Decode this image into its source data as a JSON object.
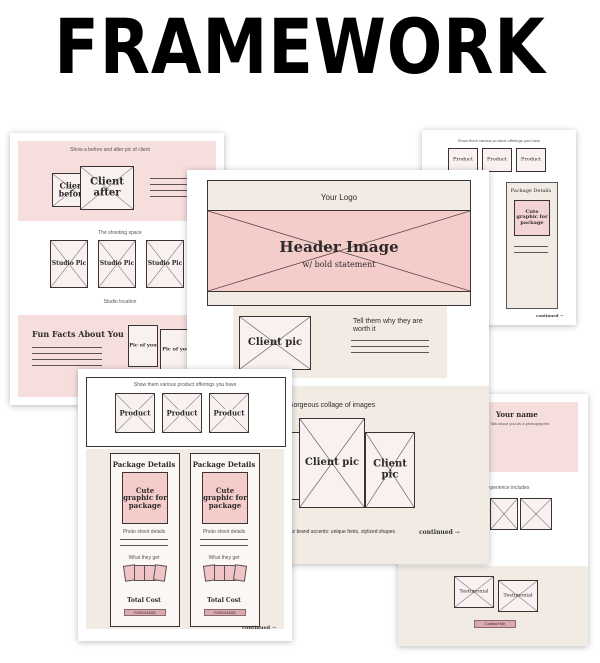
{
  "headline": "FRAMEWORK",
  "left_page": {
    "top_caption": "Show a before and after pic of client",
    "client_before": "Client before",
    "client_after": "Client after",
    "shooting_caption": "The shooting space",
    "studio_pic_1": "Studio Pic",
    "studio_pic_2": "Studio Pic",
    "studio_pic_3": "Studio Pic",
    "studio_location": "Studio location",
    "fun_facts": "Fun Facts About You",
    "pic_of_you_1": "Pic of you",
    "pic_of_you_2": "Pic of you"
  },
  "center_page": {
    "logo": "Your Logo",
    "header_image": "Header Image",
    "bold_statement": "w/ bold statement",
    "client_pic": "Client pic",
    "tell_them": "Tell them why they are worth it",
    "collage": "Gorgeous collage of images",
    "client_pic_2": "Client pic",
    "client_pic_3": "Client pic",
    "brand_accents": "our brand accents: unique fonts, stylized shapes",
    "continued": "continued"
  },
  "right_top_page": {
    "caption": "Show them various product offerings you have",
    "product_1": "Product",
    "product_2": "Product",
    "product_3": "Product",
    "package_details": "Package Details",
    "cute_graphic": "Cute graphic for package",
    "continued": "continued"
  },
  "front_page": {
    "caption": "Show them various product offerings you have",
    "product_1": "Product",
    "product_2": "Product",
    "product_3": "Product",
    "package_details_1": "Package Details",
    "package_details_2": "Package Details",
    "cute_graphic_1": "Cute graphic for package",
    "cute_graphic_2": "Cute graphic for package",
    "photo_details_1": "Photo shoot details",
    "photo_details_2": "Photo shoot details",
    "what_they_get_1": "What they get",
    "what_they_get_2": "What they get",
    "total_cost_1": "Total Cost",
    "total_cost_2": "Total Cost",
    "purchase_1": "PURCHASE",
    "purchase_2": "PURCHASE",
    "continued": "continued"
  },
  "right_bottom_page": {
    "your_name": "Your name",
    "talk_about": "Talk about you as a photographer",
    "experience": "xperience includes",
    "testimonial_1": "Testimonial",
    "testimonial_2": "Testimonial",
    "contact_button": "Contact Me"
  }
}
